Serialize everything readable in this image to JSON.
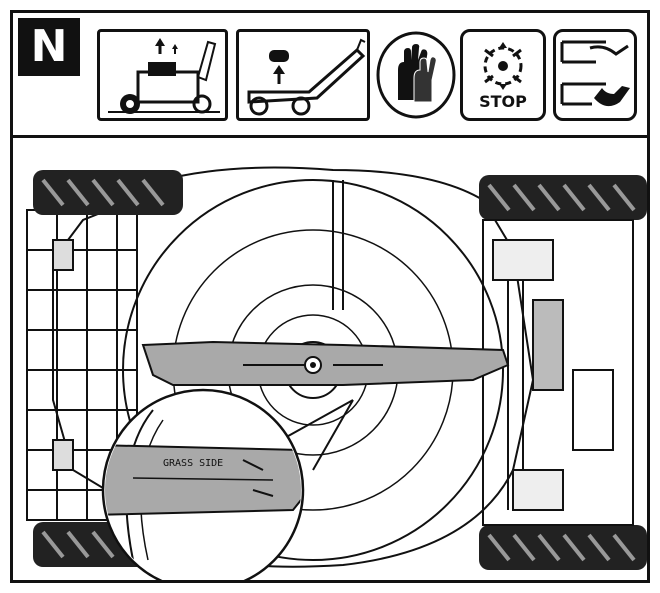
{
  "header": {
    "step_letter": "N",
    "stop_label": "STOP"
  },
  "icons": [
    {
      "name": "remove-spark-plug-icon"
    },
    {
      "name": "tilt-mower-icon"
    },
    {
      "name": "gloves-icon"
    },
    {
      "name": "blade-stop-icon"
    },
    {
      "name": "hand-tools-icon"
    }
  ],
  "blade": {
    "label_side": "GRASS SIDE"
  }
}
